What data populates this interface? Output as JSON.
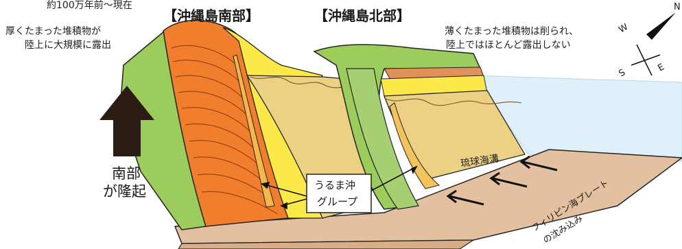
{
  "timeline_fragment": "約100万年前〜現在",
  "headings": {
    "south": "【沖縄島南部】",
    "north": "【沖縄島北部】"
  },
  "notes": {
    "south_line1": "厚くたまった堆積物が",
    "south_line2": "陸上に大規模に露出",
    "north_line1": "薄くたまった堆積物は削られ、",
    "north_line2": "陸上ではほとんど露出しない"
  },
  "uplift": {
    "line1": "南部",
    "line2": "が隆起"
  },
  "group_label": {
    "line1": "うるま沖",
    "line2": "グループ"
  },
  "trench_label": "琉球海溝",
  "plate_label": {
    "line1": "フィリピン海プレート",
    "line2": "の沈み込み"
  },
  "compass": {
    "n": "N",
    "w": "W",
    "e": "E",
    "s": "S"
  },
  "colors": {
    "orange": "#f07e2c",
    "yellow": "#fbe94a",
    "tan": "#ecd083",
    "green": "#9ccc5c",
    "green_dark": "#a6cf72",
    "plate": "#e3c0a0",
    "sea": "#dff0fa",
    "arrow": "#2b1d14"
  }
}
